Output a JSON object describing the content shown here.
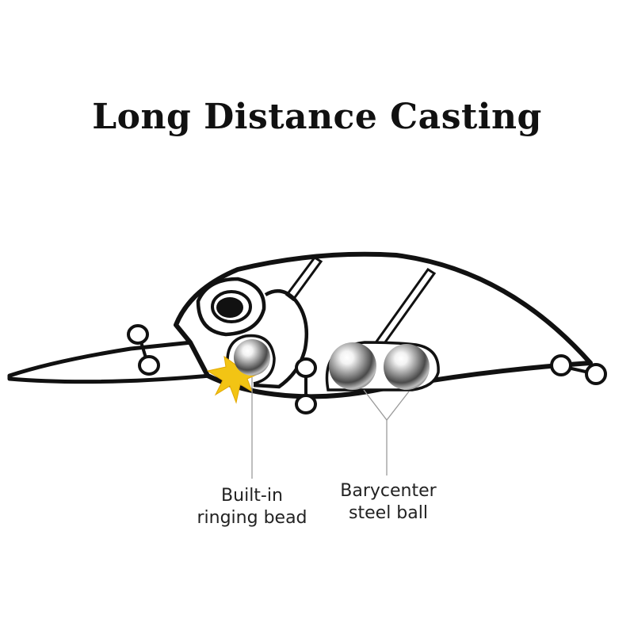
{
  "title": "Long Distance Casting",
  "labels": {
    "bead_line1": "Built-in",
    "bead_line2": "ringing bead",
    "steel_line1": "Barycenter",
    "steel_line2": "steel ball"
  },
  "colors": {
    "outline": "#111111",
    "spark": "#f2c414",
    "leader_line": "#9a9a9a",
    "text": "#222222"
  }
}
